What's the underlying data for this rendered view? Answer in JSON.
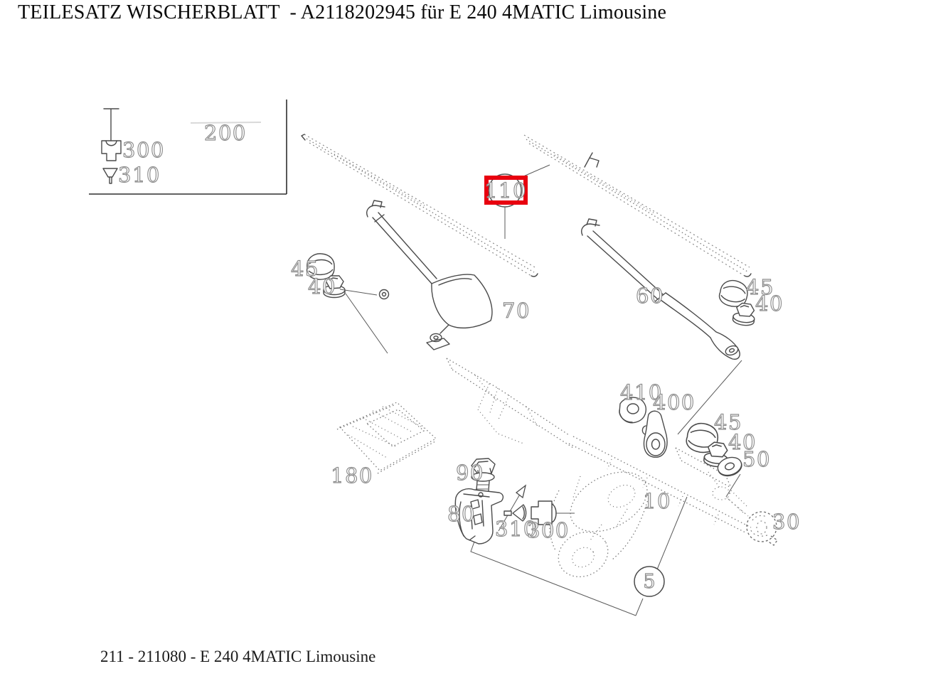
{
  "title": "TEILESATZ WISCHERBLATT  - A2118202945 für E 240 4MATIC Limousine",
  "footer": "211 - 211080 - E 240 4MATIC Limousine",
  "colors": {
    "highlight": "#e8000f",
    "line": "#4a4a4a",
    "label_outline": "#8c8c8c"
  },
  "highlighted_part": "110",
  "callouts": [
    {
      "label": "200",
      "highlighted": false
    },
    {
      "label": "300",
      "highlighted": false
    },
    {
      "label": "310",
      "highlighted": false
    },
    {
      "label": "110",
      "highlighted": true
    },
    {
      "label": "45",
      "highlighted": false
    },
    {
      "label": "40",
      "highlighted": false
    },
    {
      "label": "70",
      "highlighted": false
    },
    {
      "label": "60",
      "highlighted": false
    },
    {
      "label": "45",
      "highlighted": false
    },
    {
      "label": "40",
      "highlighted": false
    },
    {
      "label": "410",
      "highlighted": false
    },
    {
      "label": "400",
      "highlighted": false
    },
    {
      "label": "45",
      "highlighted": false
    },
    {
      "label": "40",
      "highlighted": false
    },
    {
      "label": "50",
      "highlighted": false
    },
    {
      "label": "180",
      "highlighted": false
    },
    {
      "label": "90",
      "highlighted": false
    },
    {
      "label": "80",
      "highlighted": false
    },
    {
      "label": "310",
      "highlighted": false
    },
    {
      "label": "300",
      "highlighted": false
    },
    {
      "label": "10",
      "highlighted": false
    },
    {
      "label": "30",
      "highlighted": false
    },
    {
      "label": "5",
      "highlighted": false
    }
  ]
}
